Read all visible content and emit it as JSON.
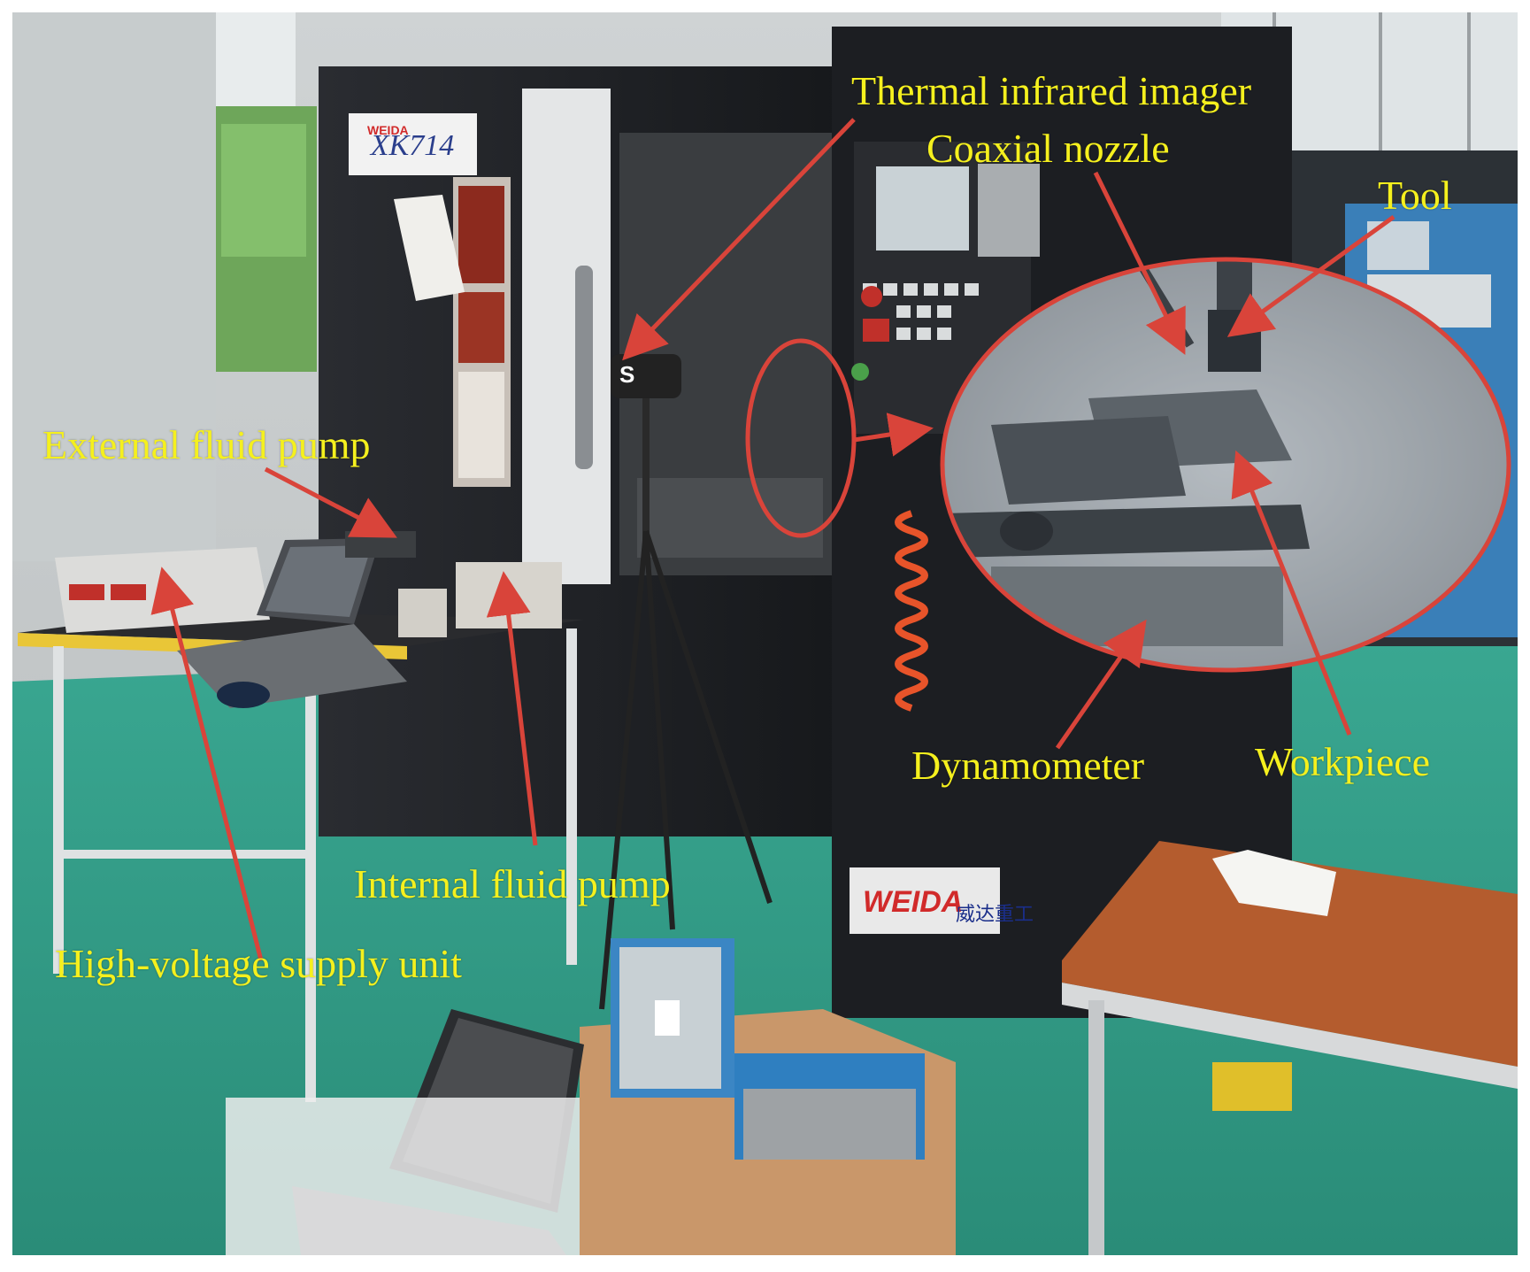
{
  "annotations": {
    "thermal_infrared_imager": "Thermal infrared imager",
    "coaxial_nozzle": "Coaxial nozzle",
    "tool": "Tool",
    "external_fluid_pump": "External fluid pump",
    "dynamometer": "Dynamometer",
    "workpiece": "Workpiece",
    "internal_fluid_pump": "Internal fluid pump",
    "high_voltage_supply_unit": "High-voltage supply unit"
  },
  "machine": {
    "model": "XK714",
    "brand": "WEIDA",
    "brand_cn": "威达重工"
  },
  "colors": {
    "label_text": "#f5f01e",
    "arrow": "#d9443a",
    "floor": "#2a9c86",
    "machine_body": "#1e2024"
  }
}
